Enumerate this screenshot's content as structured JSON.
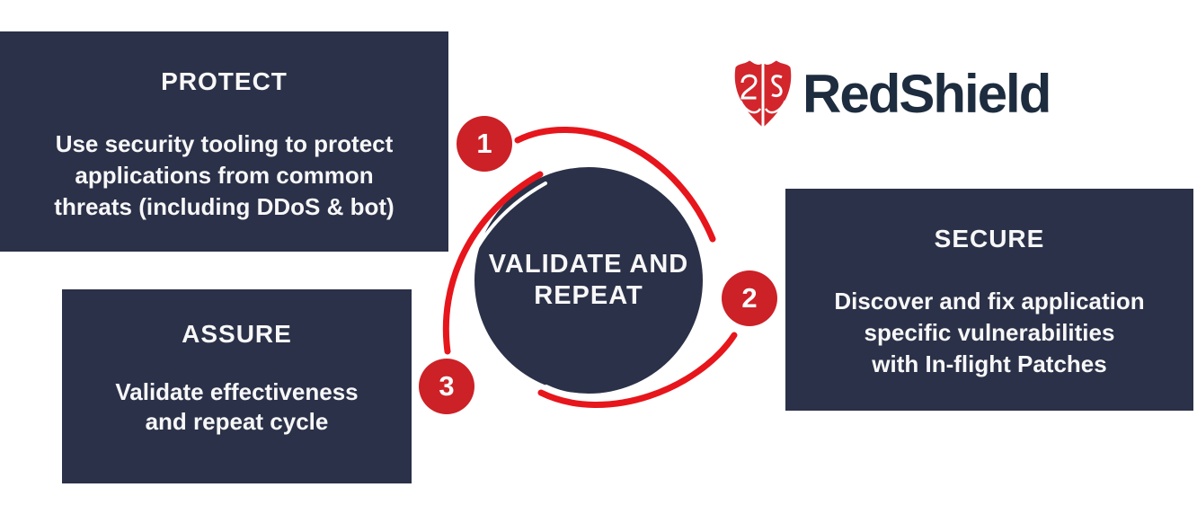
{
  "colors": {
    "background": "#ffffff",
    "navy": "#2b3148",
    "badge_red": "#cc2127",
    "arc_red": "#e6161c",
    "arc_white": "#ffffff",
    "logo_red": "#d2262c",
    "logo_text": "#1d2c3e",
    "text_light": "#f7f7f8"
  },
  "logo": {
    "brand": "RedShield",
    "icon": "redshield-shield-icon"
  },
  "center": {
    "label": "VALIDATE AND\nREPEAT"
  },
  "steps": [
    {
      "number": "1",
      "title": "PROTECT",
      "description": "Use security tooling to protect\napplications from common\nthreats (including DDoS & bot)"
    },
    {
      "number": "2",
      "title": "SECURE",
      "description": "Discover and fix application\nspecific vulnerabilities\nwith In-flight Patches"
    },
    {
      "number": "3",
      "title": "ASSURE",
      "description": "Validate effectiveness\nand repeat cycle"
    }
  ]
}
